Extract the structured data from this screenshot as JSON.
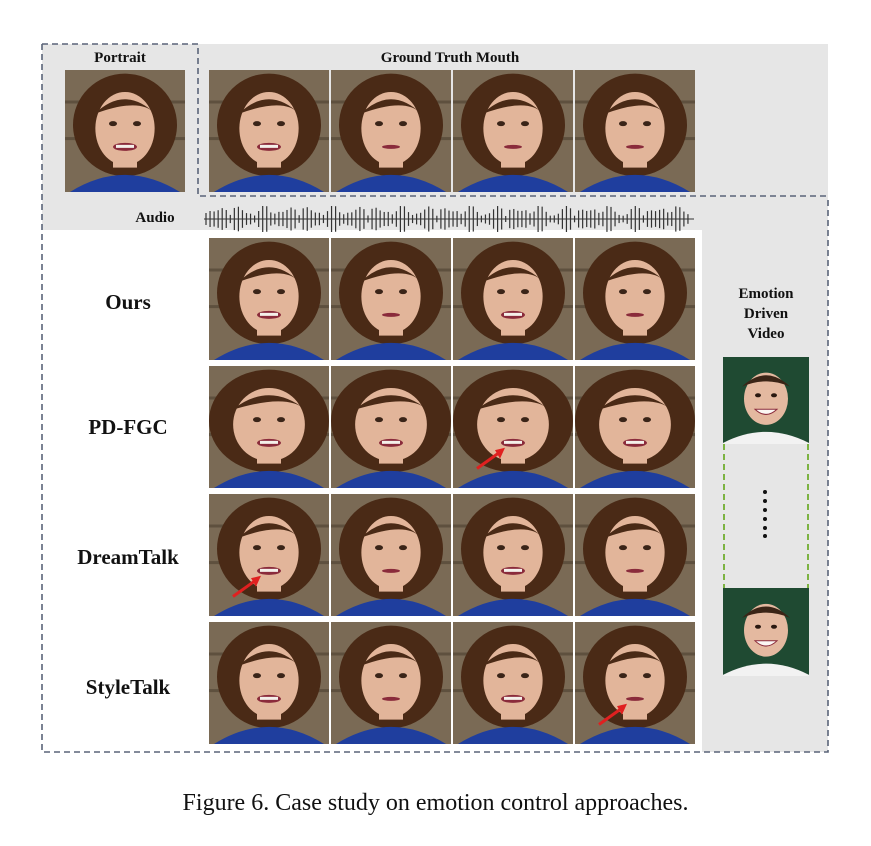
{
  "labels": {
    "portrait": "Portrait",
    "ground_truth": "Ground Truth Mouth",
    "audio": "Audio",
    "emotion_driven": [
      "Emotion",
      "Driven",
      "Video"
    ]
  },
  "rows": [
    {
      "name": "Ours"
    },
    {
      "name": "PD-FGC"
    },
    {
      "name": "DreamTalk"
    },
    {
      "name": "StyleTalk"
    }
  ],
  "caption": "Figure 6. Case study on emotion control approaches.",
  "colors": {
    "panel_gray": "#e6e6e6",
    "dash": "#5a6478",
    "green_dash": "#7cb342",
    "arrow": "#e02020",
    "wall": "#7a6a55",
    "hair": "#4a2a16",
    "skin": "#e2b59a",
    "shirt": "#1f3e9e"
  }
}
